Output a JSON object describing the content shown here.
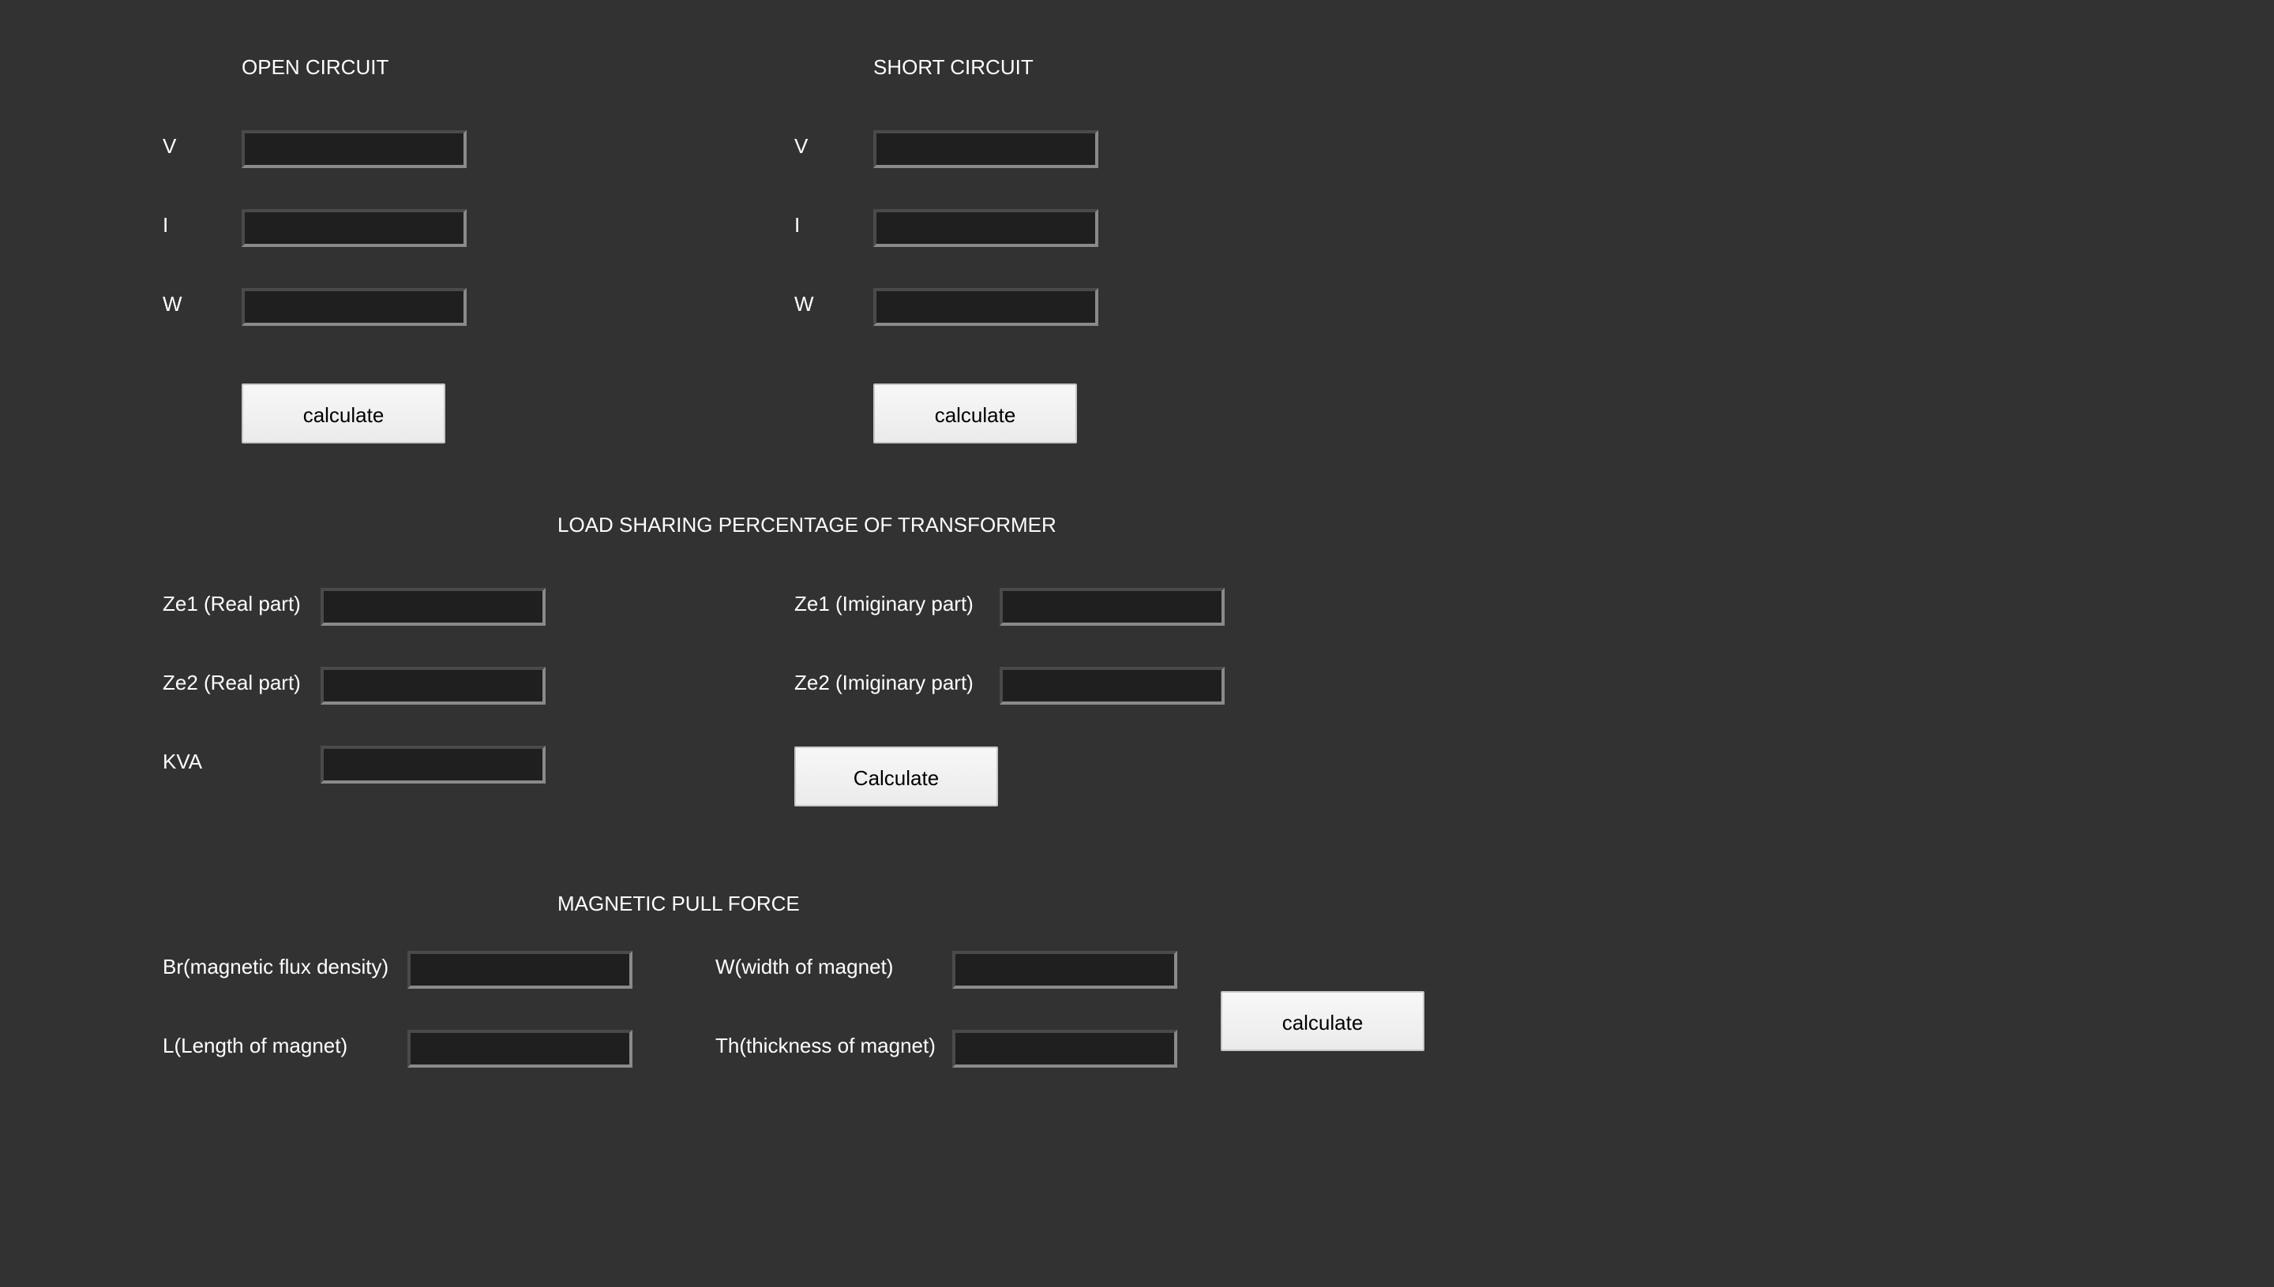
{
  "open_circuit": {
    "heading": "OPEN CIRCUIT",
    "v_label": "V",
    "i_label": "I",
    "w_label": "W",
    "v_value": "",
    "i_value": "",
    "w_value": "",
    "button_label": "calculate"
  },
  "short_circuit": {
    "heading": "SHORT CIRCUIT",
    "v_label": "V",
    "i_label": "I",
    "w_label": "W",
    "v_value": "",
    "i_value": "",
    "w_value": "",
    "button_label": "calculate"
  },
  "load_sharing": {
    "heading": "LOAD SHARING PERCENTAGE OF TRANSFORMER",
    "ze1_real_label": "Ze1 (Real part)",
    "ze2_real_label": "Ze2 (Real part)",
    "kva_label": "KVA",
    "ze1_imag_label": "Ze1 (Imiginary part)",
    "ze2_imag_label": "Ze2 (Imiginary part)",
    "ze1_real_value": "",
    "ze2_real_value": "",
    "kva_value": "",
    "ze1_imag_value": "",
    "ze2_imag_value": "",
    "button_label": "Calculate"
  },
  "magnetic_pull": {
    "heading": "MAGNETIC PULL FORCE",
    "br_label": "Br(magnetic flux density)",
    "l_label": "L(Length of magnet)",
    "w_label": "W(width of magnet)",
    "th_label": "Th(thickness of magnet)",
    "br_value": "",
    "l_value": "",
    "w_value": "",
    "th_value": "",
    "button_label": "calculate"
  },
  "colors": {
    "background": "#323232",
    "field_background": "#1f1f1f",
    "button_background": "#f0f0f0",
    "text": "#ffffff"
  }
}
